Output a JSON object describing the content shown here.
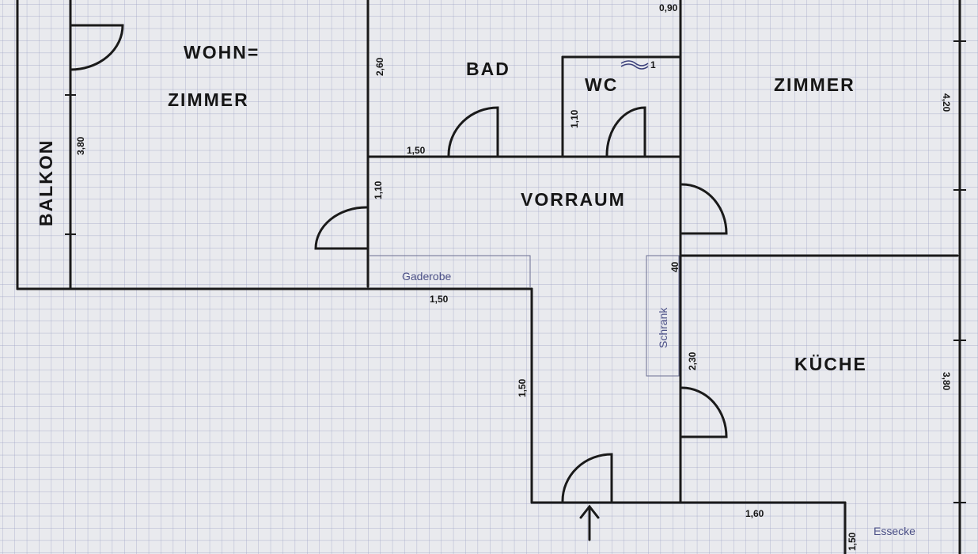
{
  "rooms": {
    "wohnzimmer_1": "WOHN=",
    "wohnzimmer_2": "ZIMMER",
    "bad": "BAD",
    "wc": "WC",
    "zimmer": "ZIMMER",
    "vorraum": "VORRAUM",
    "kueche": "KÜCHE",
    "balkon": "BALKON"
  },
  "notes": {
    "garderobe": "Gaderobe",
    "schrank": "Schrank",
    "essecke": "Essecke"
  },
  "dimensions": {
    "top_090": "0,90",
    "bad_260": "2,60",
    "wohn_380": "3,80",
    "bad_150": "1,50",
    "wc_110": "1,10",
    "vorraum_110": "1,10",
    "garderobe_150": "1,50",
    "corridor_150": "1,50",
    "schrank_40": "40",
    "kueche_230": "2,30",
    "right_420": "4,20",
    "right_380": "3,80",
    "bottom_160": "1,60",
    "bottom_150": "1,50",
    "wc_scribble": "1"
  },
  "colors": {
    "paper": "#e9eaee",
    "grid": "#9aa0c4",
    "ink": "#1a1a1a",
    "pencil": "#4a4f86"
  }
}
